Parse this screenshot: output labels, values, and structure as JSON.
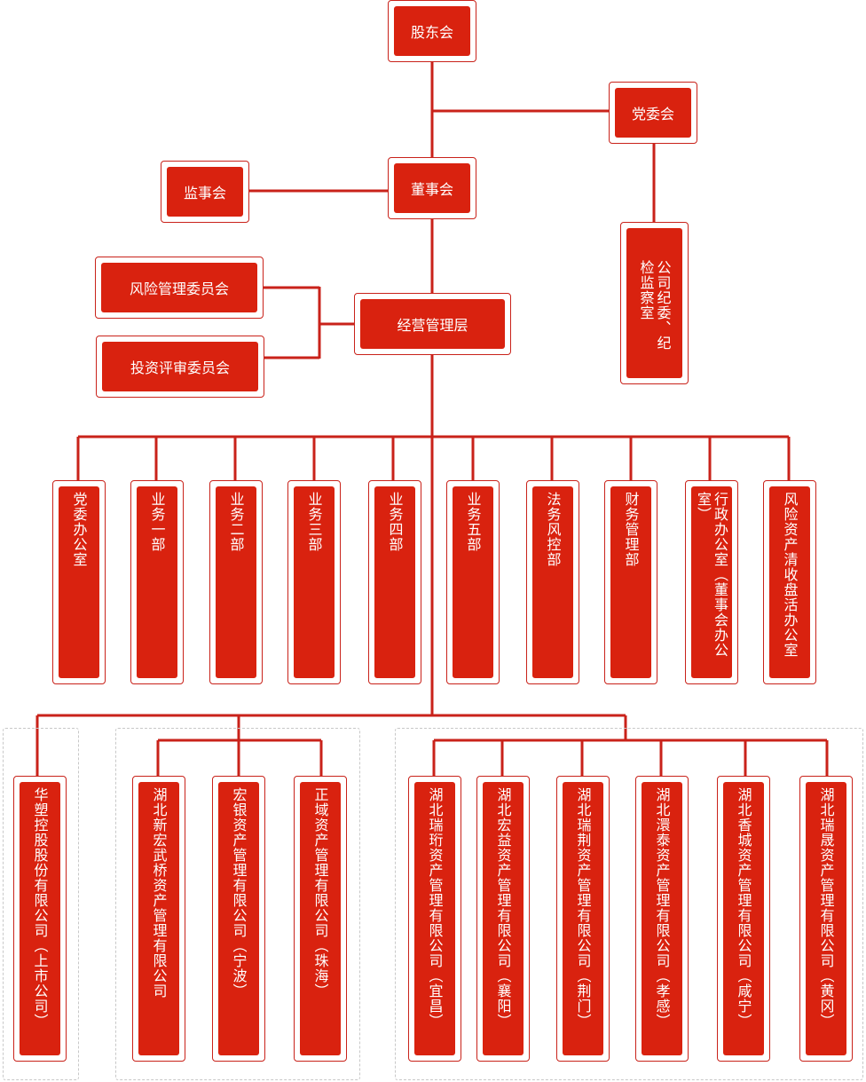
{
  "colors": {
    "accent": "#d9220f",
    "line": "#c9221a",
    "group_border": "#c8c8c8"
  },
  "top": {
    "shareholders": "股东会",
    "party_committee": "党委会",
    "supervisors": "监事会",
    "board": "董事会",
    "discipline": "公司纪委、纪检监察室",
    "risk_committee": "风险管理委员会",
    "invest_committee": "投资评审委员会",
    "management": "经营管理层"
  },
  "departments": [
    "党委办公室",
    "业务一部",
    "业务二部",
    "业务三部",
    "业务四部",
    "业务五部",
    "法务风控部",
    "财务管理部",
    "行政办公室（董事会办公室）",
    "风险资产清收盘活办公室"
  ],
  "subsidiaries": [
    "华塑控股股份有限公司（上市公司）",
    "湖北新宏武桥资产管理有限公司",
    "宏银资产管理有限公司（宁波）",
    "正域资产管理有限公司（珠海）",
    "湖北瑞珩资产管理有限公司（宜昌）",
    "湖北宏益资产管理有限公司（襄阳）",
    "湖北瑞荆资产管理有限公司（荆门）",
    "湖北澴泰资产管理有限公司（孝感）",
    "湖北香城资产管理有限公司（咸宁）",
    "湖北瑞晟资产管理有限公司（黄冈）"
  ]
}
